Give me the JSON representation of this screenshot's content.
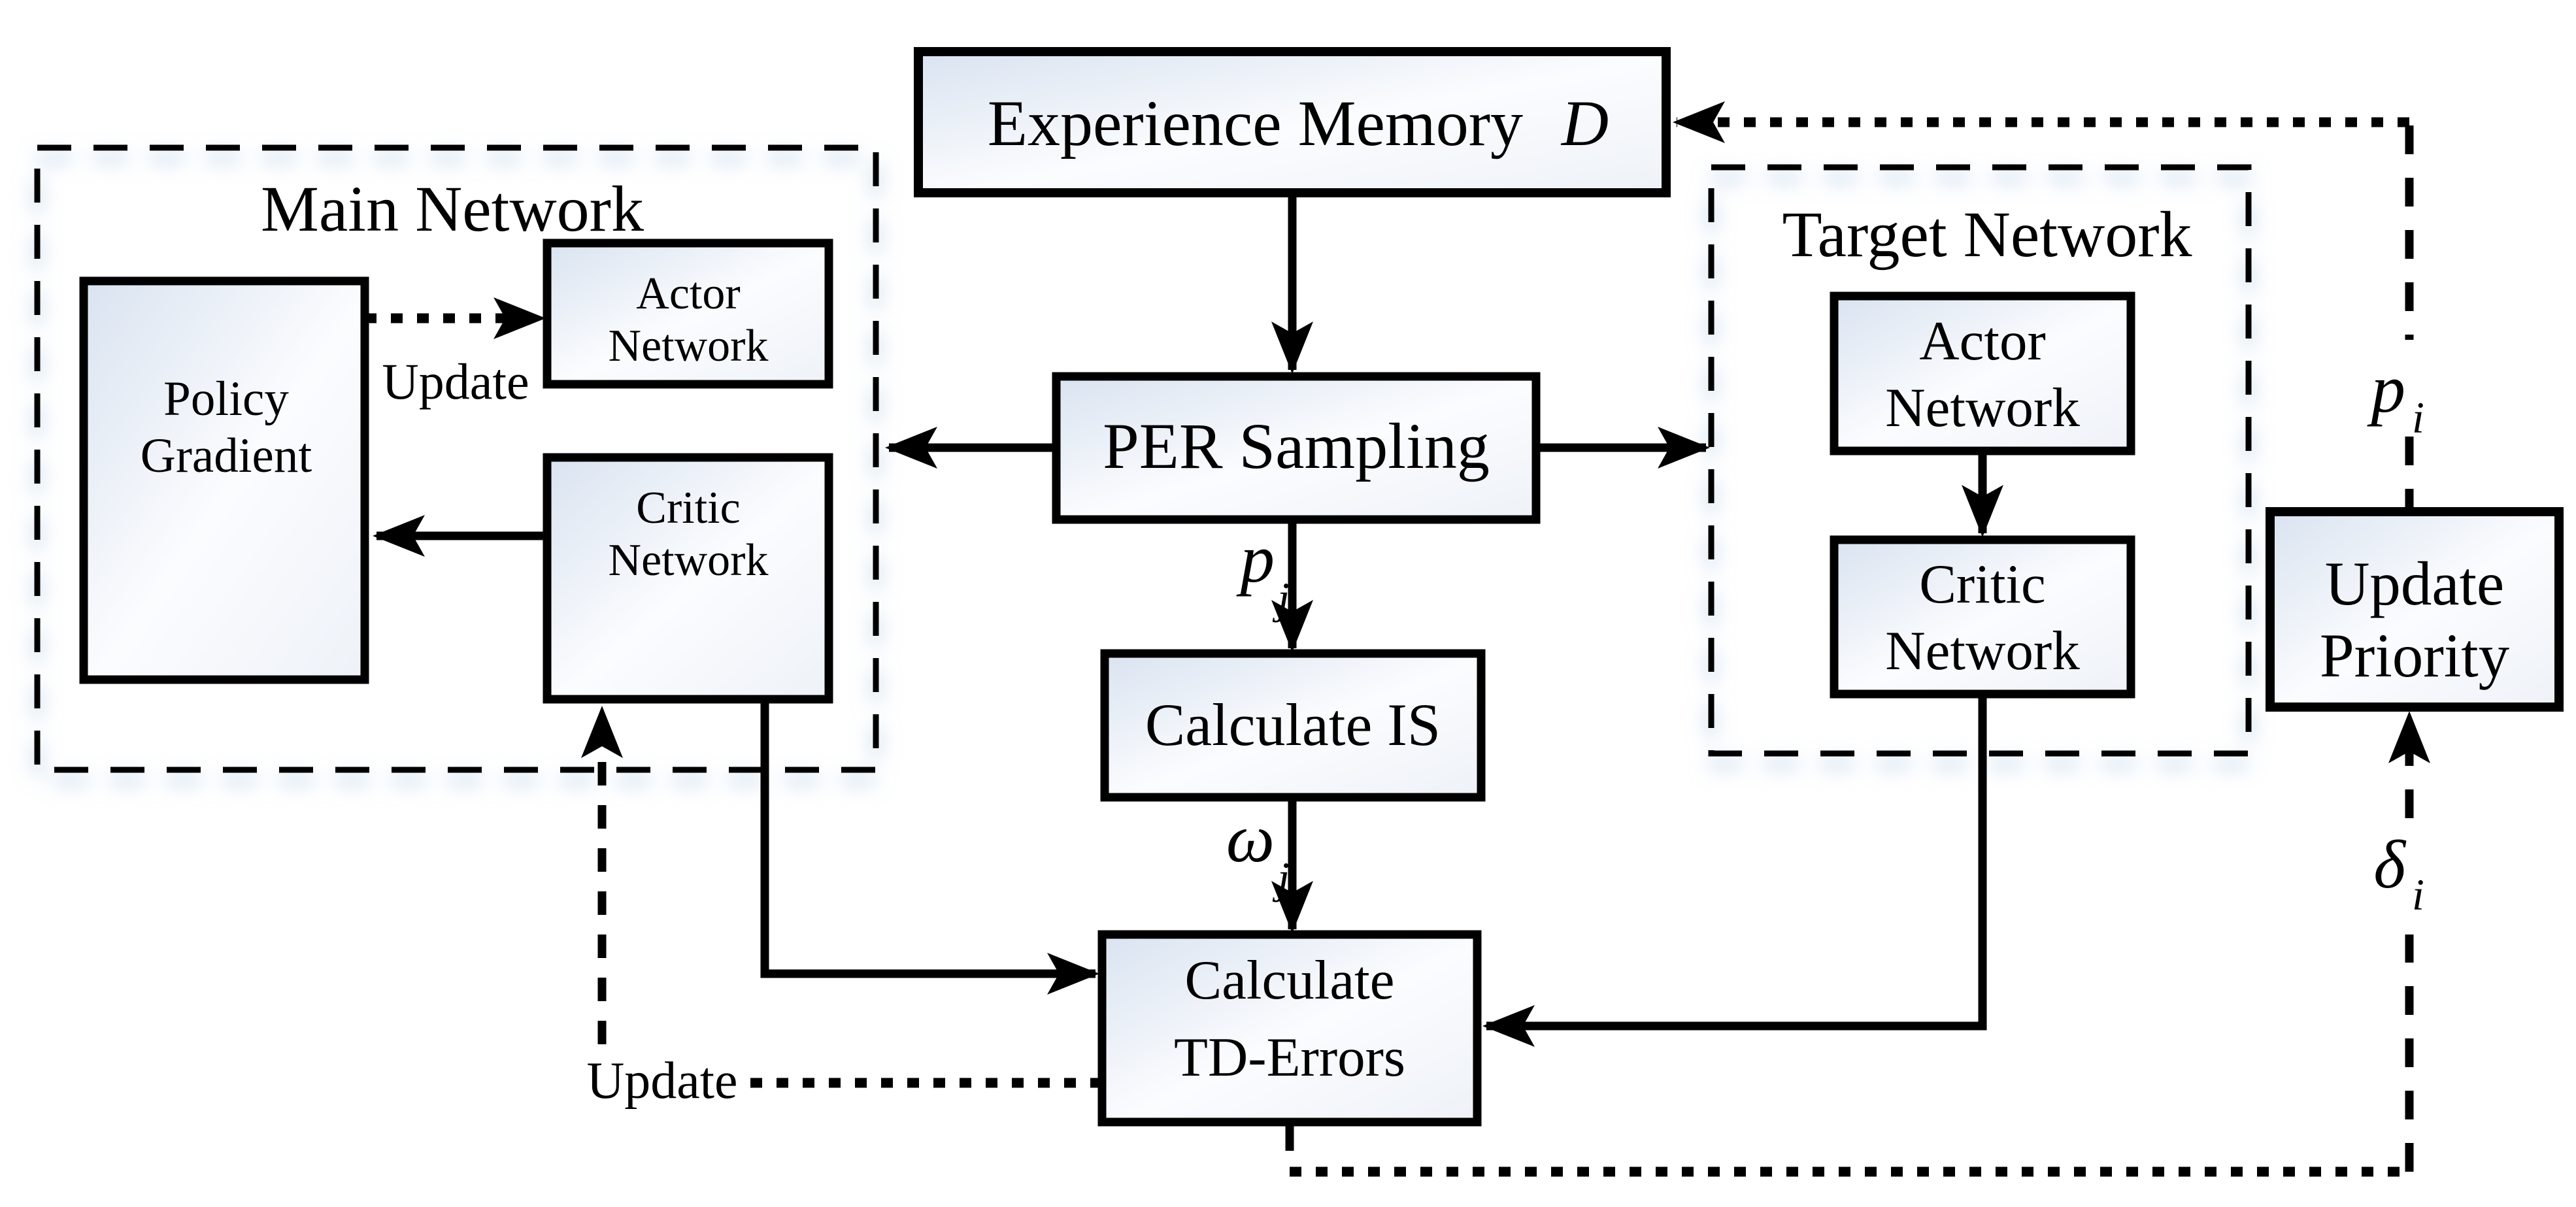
{
  "canvas": {
    "bg": "#ffffff",
    "line_color": "#000000",
    "g0": "#d9e3f0",
    "g1": "#fbfcfe",
    "g2": "#eef2f8",
    "glow": "#8fb6dc"
  },
  "containers": {
    "main_network": {
      "title": "Main Network"
    },
    "target_network": {
      "title": "Target Network"
    }
  },
  "nodes": {
    "experience_memory": {
      "label": "Experience Memory",
      "label_italic": "D"
    },
    "policy_gradient": {
      "line1": "Policy",
      "line2": "Gradient"
    },
    "actor_main": {
      "line1": "Actor",
      "line2": "Network"
    },
    "critic_main": {
      "line1": "Critic",
      "line2": "Network"
    },
    "per_sampling": {
      "label": "PER Sampling"
    },
    "calculate_is": {
      "label": "Calculate IS"
    },
    "calculate_td": {
      "line1": "Calculate",
      "line2": "TD-Errors"
    },
    "actor_target": {
      "line1": "Actor",
      "line2": "Network"
    },
    "critic_target": {
      "line1": "Critic",
      "line2": "Network"
    },
    "update_priority": {
      "line1": "Update",
      "line2": "Priority"
    }
  },
  "edge_labels": {
    "update_actor": "Update",
    "update_critic": "Update",
    "p_j_base": "p",
    "p_j_sub": "j",
    "omega_j_base": "ω",
    "omega_j_sub": "j",
    "p_i_base": "p",
    "p_i_sub": "i",
    "delta_i_base": "δ",
    "delta_i_sub": "i"
  }
}
